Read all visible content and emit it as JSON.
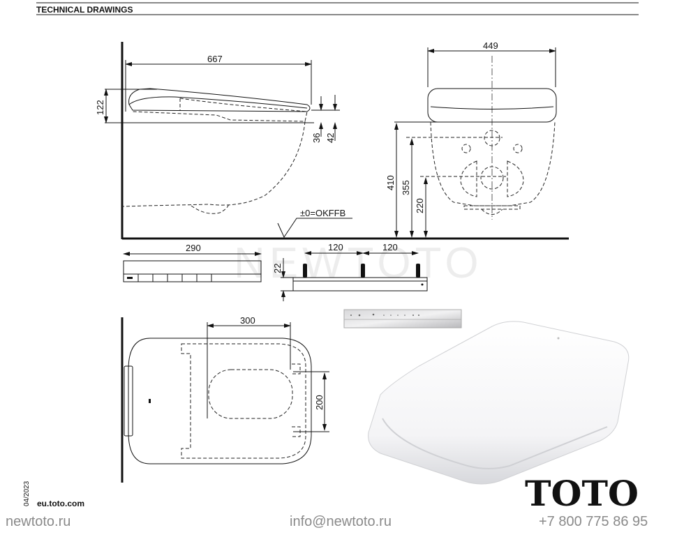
{
  "header": {
    "title": "TECHNICAL DRAWINGS"
  },
  "side_view": {
    "length": "667",
    "height": "122",
    "front_gap_1": "36",
    "front_gap_2": "42",
    "floor_label": "±0=OKFFB"
  },
  "front_view": {
    "width": "449",
    "height_1": "410",
    "height_2": "355",
    "height_3": "220"
  },
  "control_panel": {
    "length": "290",
    "pin_spacing_1": "120",
    "pin_spacing_2": "120",
    "pin_height": "22"
  },
  "top_view": {
    "depth_offset": "300",
    "opening_width": "200"
  },
  "watermark": "NEWTOTO",
  "meta": {
    "date": "04/2023",
    "website": "eu.toto.com"
  },
  "brand": {
    "logo": "TOTO"
  },
  "footer": {
    "site": "newtoto.ru",
    "email": "info@newtoto.ru",
    "phone": "+7 800 775 86 95"
  },
  "colors": {
    "line": "#111111",
    "footer_text": "#8a8a8a"
  }
}
